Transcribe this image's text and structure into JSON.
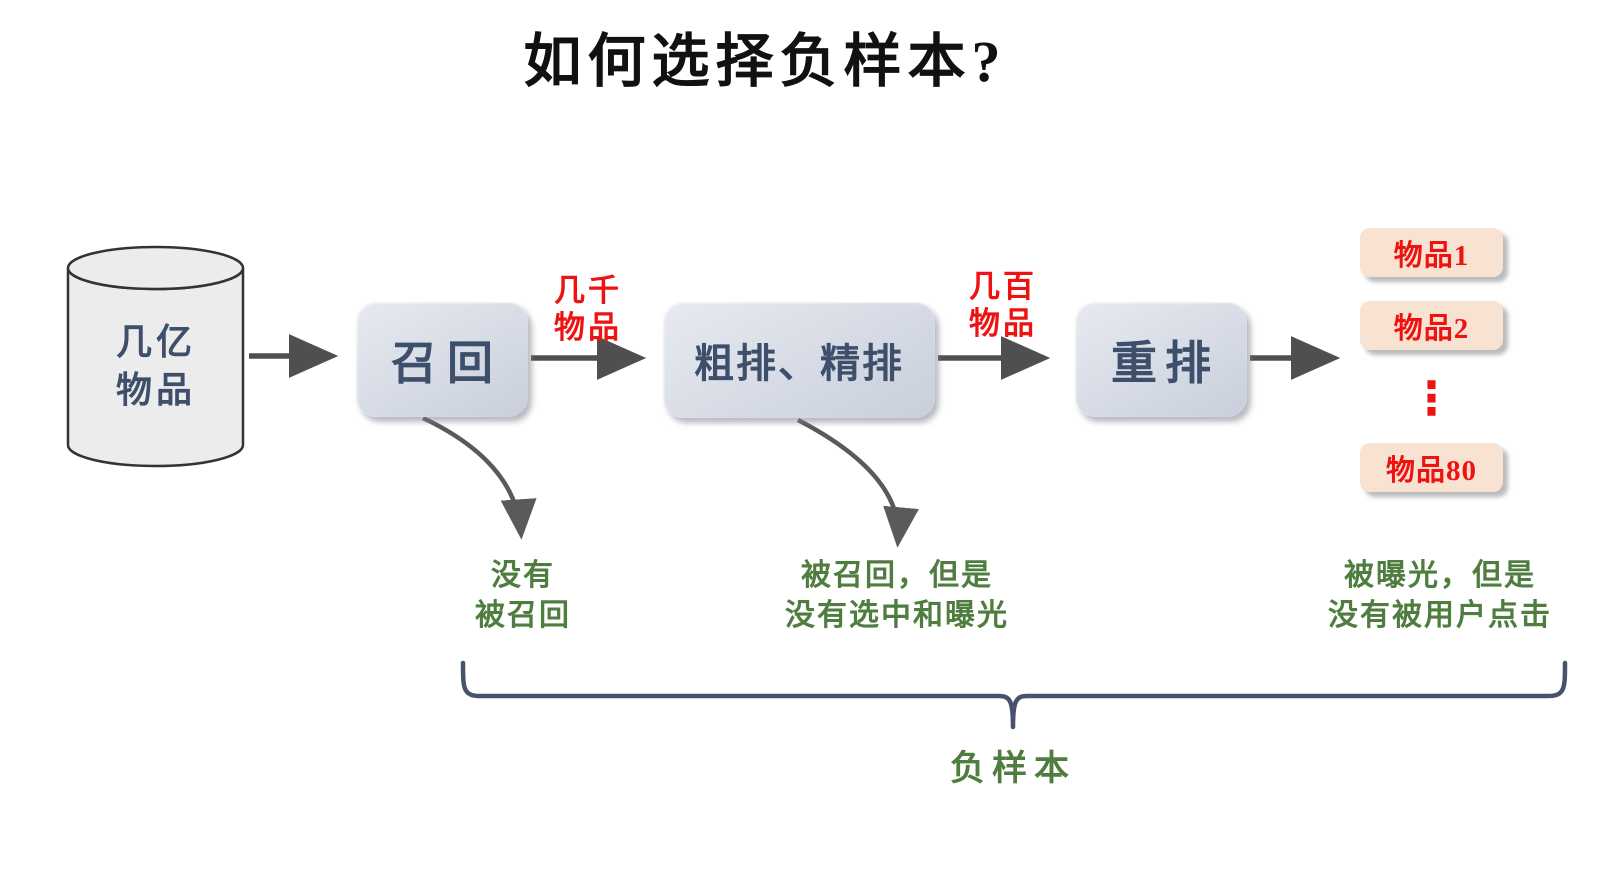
{
  "title": "如何选择负样本?",
  "source_db": {
    "line1": "几亿",
    "line2": "物品"
  },
  "stages": [
    {
      "label": "召回"
    },
    {
      "label": "粗排、精排"
    },
    {
      "label": "重排"
    }
  ],
  "flow_labels": [
    {
      "line1": "几千",
      "line2": "物品"
    },
    {
      "line1": "几百",
      "line2": "物品"
    }
  ],
  "results": {
    "items": [
      {
        "label": "物品1"
      },
      {
        "label": "物品2"
      },
      {
        "label": "物品80"
      }
    ],
    "ellipsis": "⋮"
  },
  "annotations": [
    {
      "line1": "没有",
      "line2": "被召回"
    },
    {
      "line1": "被召回，但是",
      "line2": "没有选中和曝光"
    },
    {
      "line1": "被曝光，但是",
      "line2": "没有被用户点击"
    }
  ],
  "brace_label": "负样本",
  "colors": {
    "red": "#ee1211",
    "green": "#4f7d3f",
    "navy": "#3e4f6b",
    "stage_fill": "#d6dbe5",
    "item_fill": "#f8e2d2",
    "arrow": "#4f4f4f",
    "brace": "#46536b",
    "cylinder_fill": "#ececec"
  }
}
